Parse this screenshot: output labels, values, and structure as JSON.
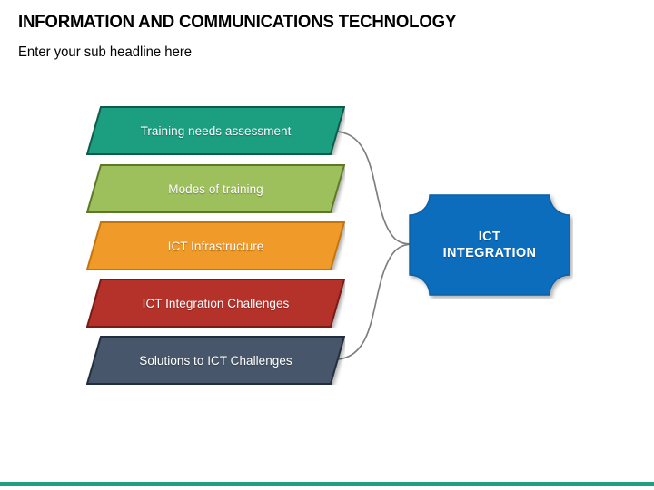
{
  "slide": {
    "title": "INFORMATION AND COMMUNICATIONS TECHNOLOGY",
    "subtitle": "Enter your sub headline here",
    "background_color": "#FFFFFF"
  },
  "hub": {
    "line1": "ICT",
    "line2": "INTEGRATION",
    "fill_color": "#0D6DBD",
    "border_color": "#0B5EA3",
    "text_color": "#FFFFFF"
  },
  "steps": [
    {
      "label": "Training needs assessment",
      "fill_color": "#1F9E81",
      "border_color": "#0E5C4C",
      "text_color": "#FFFFFF"
    },
    {
      "label": "Modes of training",
      "fill_color": "#9DBF5C",
      "border_color": "#5C7A25",
      "text_color": "#FFFFFF"
    },
    {
      "label": "ICT Infrastructure",
      "fill_color": "#F09A2A",
      "border_color": "#C37508",
      "text_color": "#FFFFFF"
    },
    {
      "label": "ICT Integration Challenges",
      "fill_color": "#B5302C",
      "border_color": "#7A1A17",
      "text_color": "#FFFFFF"
    },
    {
      "label": "Solutions to ICT Challenges",
      "fill_color": "#46566B",
      "border_color": "#232E3C",
      "text_color": "#FFFFFF"
    }
  ],
  "connectors": {
    "color": "#7F7F7F",
    "count": 2
  },
  "footer_bar": {
    "color": "#1F9E81"
  }
}
